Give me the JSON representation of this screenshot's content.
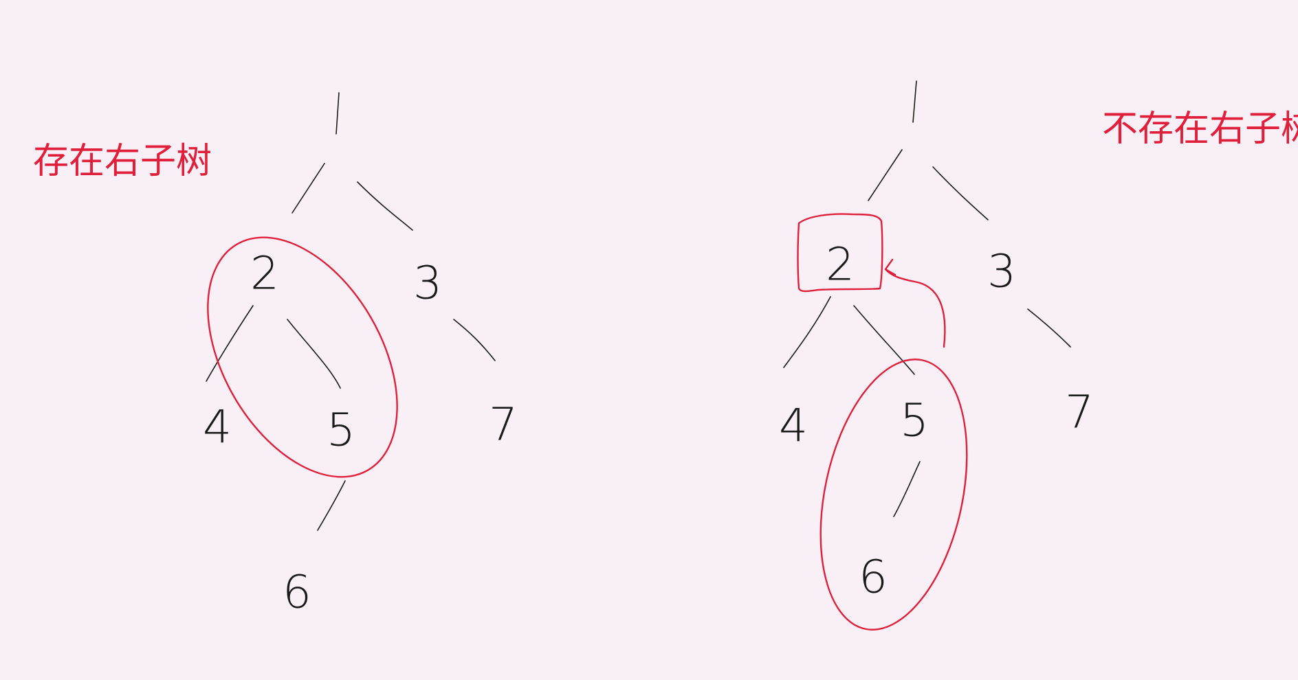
{
  "left_diagram": {
    "caption": "存在右子树",
    "nodes": [
      "1",
      "2",
      "3",
      "4",
      "5",
      "7",
      "6"
    ]
  },
  "right_diagram": {
    "caption": "不存在右子树",
    "nodes": [
      "1",
      "2",
      "3",
      "4",
      "5",
      "7",
      "6"
    ]
  },
  "colors": {
    "background": "#f8eff7",
    "ink": "#1a1a1a",
    "annotation": "#e0203a"
  }
}
